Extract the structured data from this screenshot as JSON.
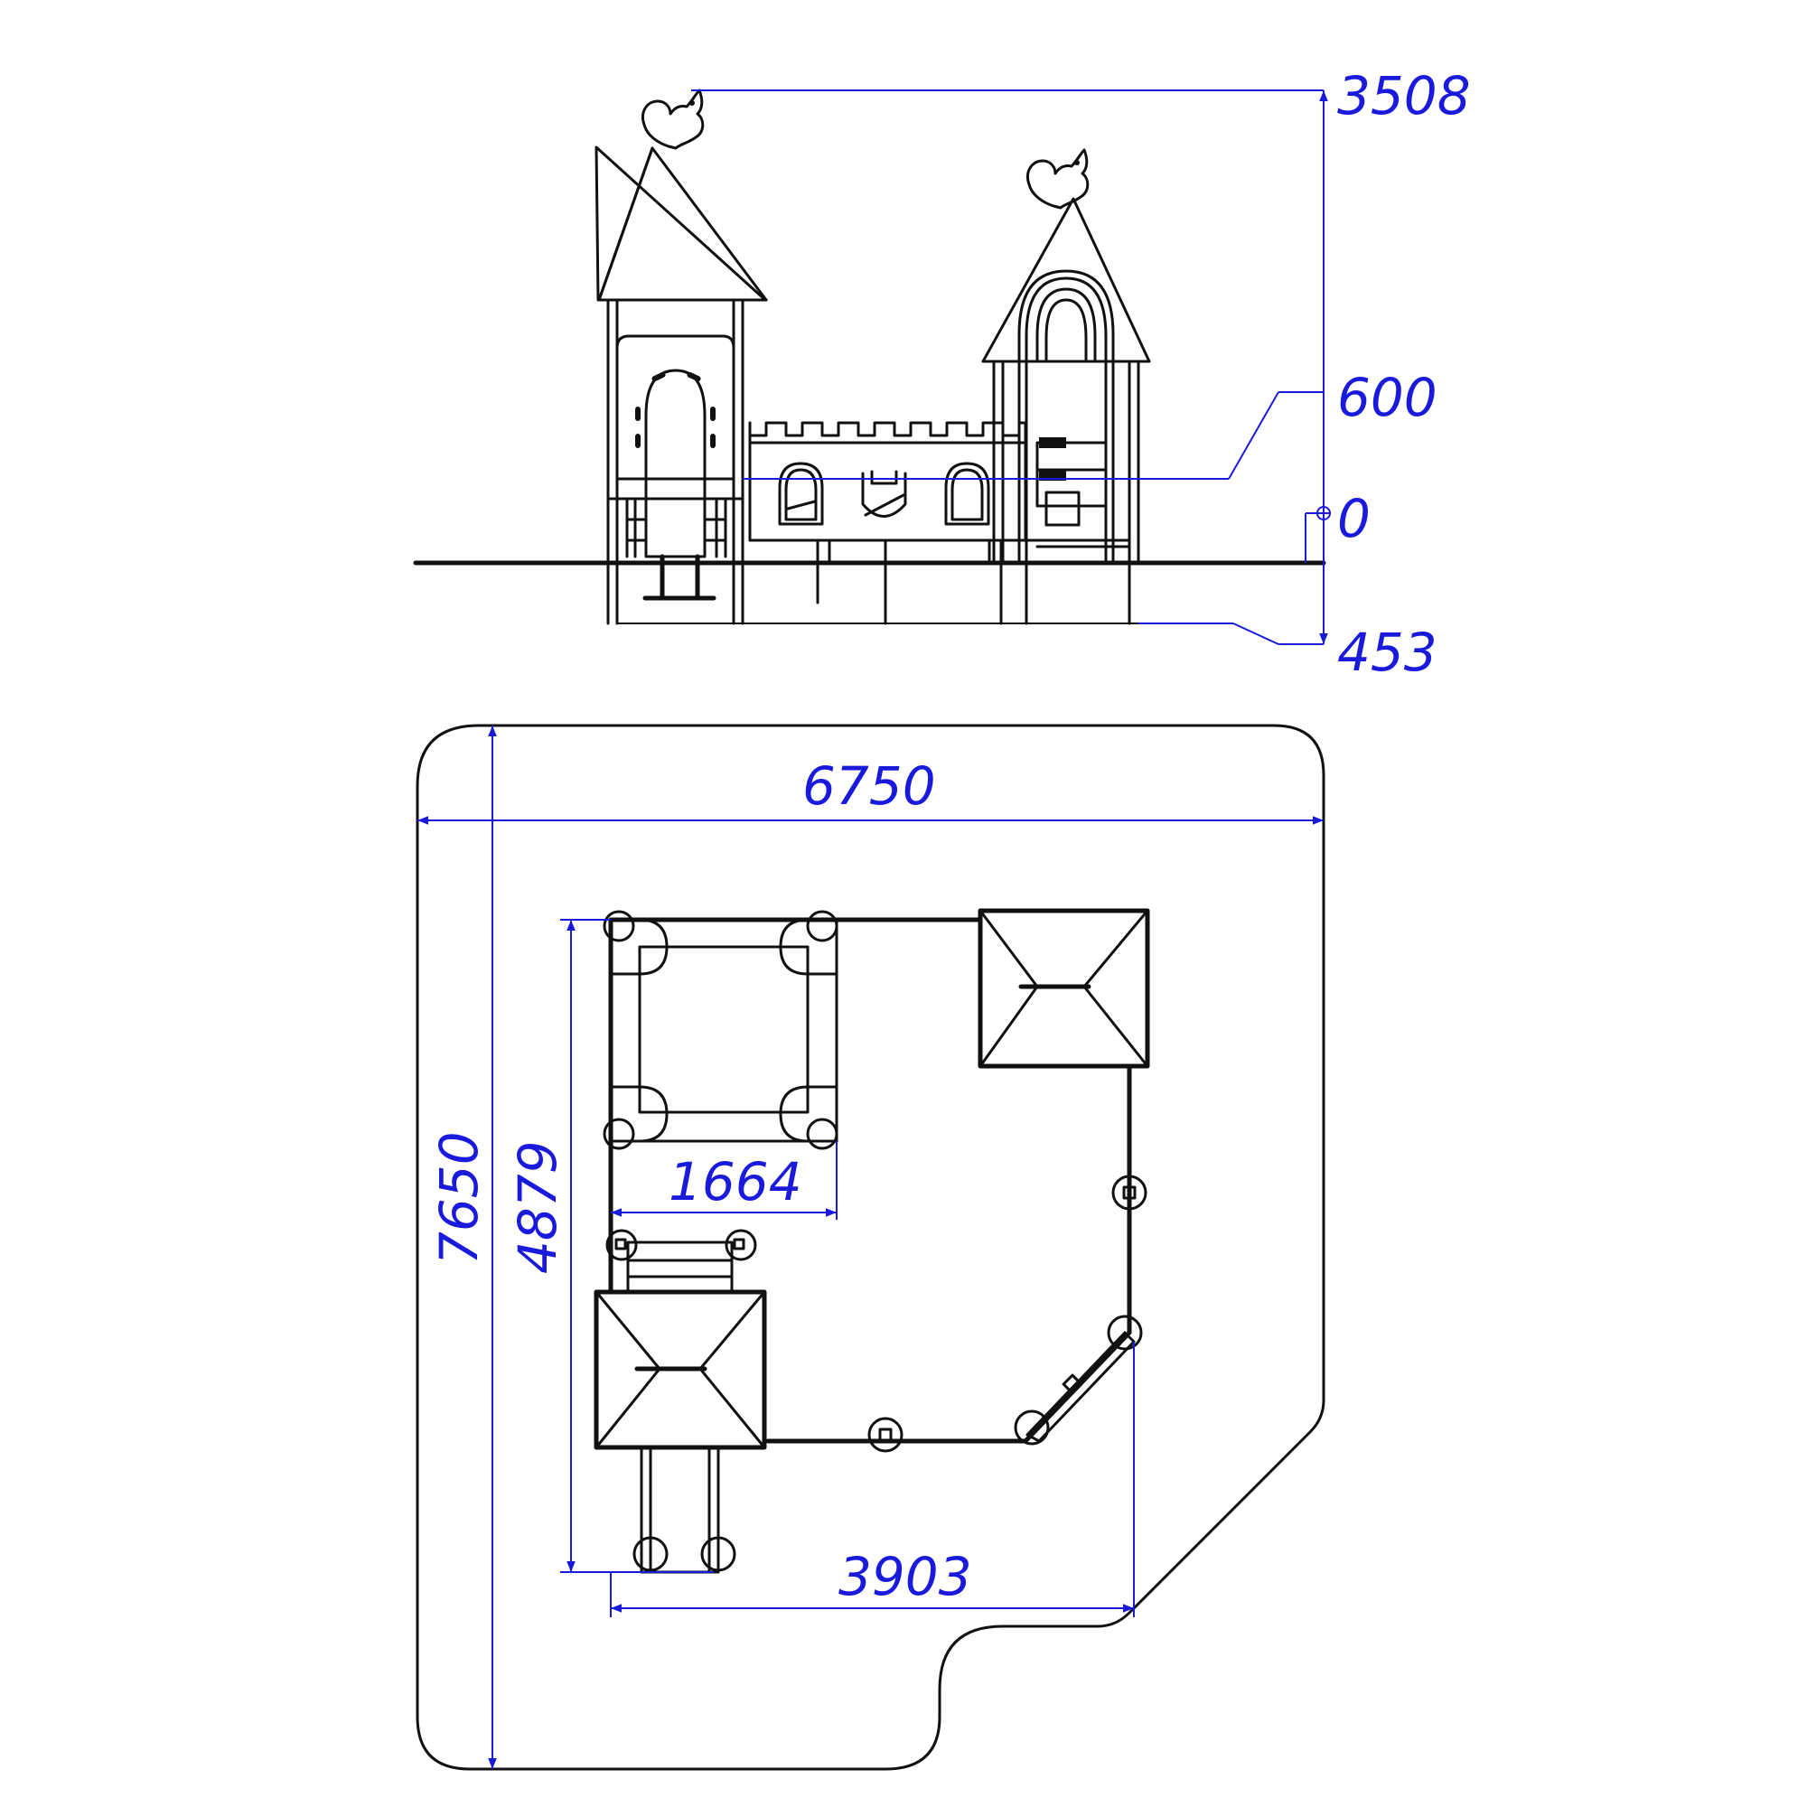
{
  "colors": {
    "ink": "#111111",
    "dimension": "#1a1adc",
    "background": "#ffffff"
  },
  "icons": {
    "finial": "squirrel-icon",
    "datum": "circle-marker-icon"
  },
  "elevation_view": {
    "levels": {
      "top": "3508",
      "platform": "600",
      "ground": "0",
      "foundation": "453"
    }
  },
  "plan_view": {
    "dimensions": {
      "site_width": "6750",
      "site_depth": "7650",
      "complex_depth": "4879",
      "tower_width": "1664",
      "complex_width": "3903"
    }
  }
}
